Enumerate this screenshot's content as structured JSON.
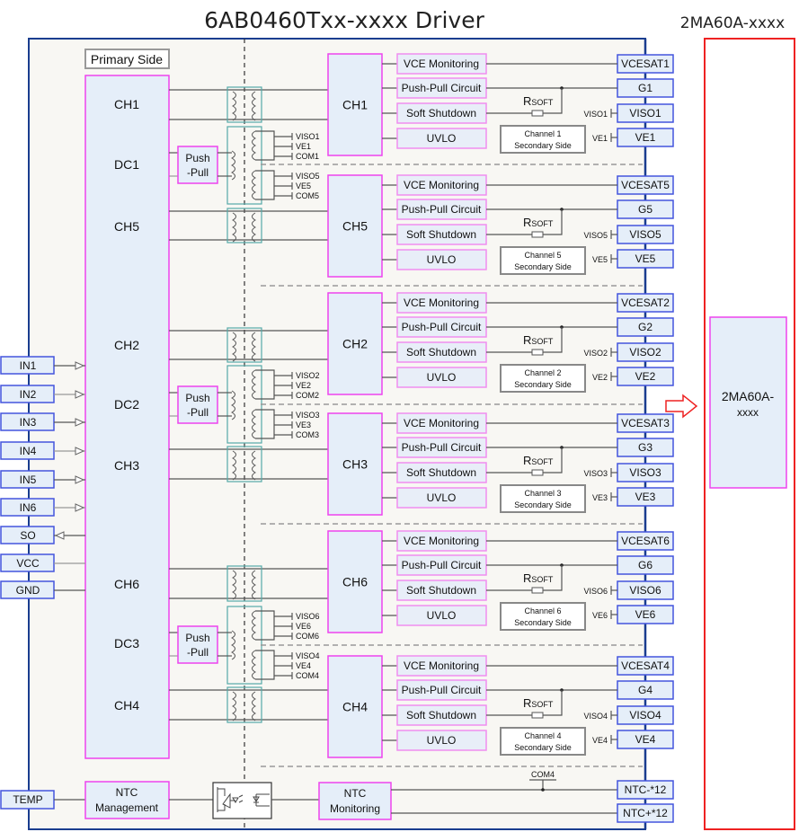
{
  "title": "6AB0460Txx-xxxx Driver",
  "side_title": "2MA60A-xxxx",
  "primary_side_label": "Primary Side",
  "primary_blocks": [
    {
      "label": "CH1"
    },
    {
      "label": "DC1"
    },
    {
      "label": "CH5"
    },
    {
      "label": "CH2"
    },
    {
      "label": "DC2"
    },
    {
      "label": "CH3"
    },
    {
      "label": "CH6"
    },
    {
      "label": "DC3"
    },
    {
      "label": "CH4"
    }
  ],
  "push_pull_label_1": "Push",
  "push_pull_label_2": "-Pull",
  "input_pins": [
    {
      "label": "IN1",
      "direction": "in"
    },
    {
      "label": "IN2",
      "direction": "in"
    },
    {
      "label": "IN3",
      "direction": "in"
    },
    {
      "label": "IN4",
      "direction": "in"
    },
    {
      "label": "IN5",
      "direction": "in"
    },
    {
      "label": "IN6",
      "direction": "in"
    },
    {
      "label": "SO",
      "direction": "out"
    },
    {
      "label": "VCC",
      "direction": "none"
    },
    {
      "label": "GND",
      "direction": "none"
    }
  ],
  "iso_taps": [
    [
      "VISO1",
      "VE1",
      "COM1"
    ],
    [
      "VISO5",
      "VE5",
      "COM5"
    ],
    [
      "VISO2",
      "VE2",
      "COM2"
    ],
    [
      "VISO3",
      "VE3",
      "COM3"
    ],
    [
      "VISO6",
      "VE6",
      "COM6"
    ],
    [
      "VISO4",
      "VE4",
      "COM4"
    ]
  ],
  "function_blocks": [
    "VCE Monitoring",
    "Push-Pull Circuit",
    "Soft Shutdown",
    "UVLO"
  ],
  "rsoft_label_r": "R",
  "rsoft_label_sub": "SOFT",
  "channels": [
    {
      "name": "CH1",
      "note_1": "Channel 1",
      "note_2": "Secondary  Side",
      "pins": [
        "VCESAT1",
        "G1",
        "VISO1",
        "VE1"
      ],
      "tap_viso": "VISO1",
      "tap_ve": "VE1"
    },
    {
      "name": "CH5",
      "note_1": "Channel 5",
      "note_2": "Secondary  Side",
      "pins": [
        "VCESAT5",
        "G5",
        "VISO5",
        "VE5"
      ],
      "tap_viso": "VISO5",
      "tap_ve": "VE5"
    },
    {
      "name": "CH2",
      "note_1": "Channel 2",
      "note_2": "Secondary  Side",
      "pins": [
        "VCESAT2",
        "G2",
        "VISO2",
        "VE2"
      ],
      "tap_viso": "VISO2",
      "tap_ve": "VE2"
    },
    {
      "name": "CH3",
      "note_1": "Channel 3",
      "note_2": "Secondary  Side",
      "pins": [
        "VCESAT3",
        "G3",
        "VISO3",
        "VE3"
      ],
      "tap_viso": "VISO3",
      "tap_ve": "VE3"
    },
    {
      "name": "CH6",
      "note_1": "Channel 6",
      "note_2": "Secondary  Side",
      "pins": [
        "VCESAT6",
        "G6",
        "VISO6",
        "VE6"
      ],
      "tap_viso": "VISO6",
      "tap_ve": "VE6"
    },
    {
      "name": "CH4",
      "note_1": "Channel 4",
      "note_2": "Secondary  Side",
      "pins": [
        "VCESAT4",
        "G4",
        "VISO4",
        "VE4"
      ],
      "tap_viso": "VISO4",
      "tap_ve": "VE4"
    }
  ],
  "temp_pin": "TEMP",
  "ntc_management_1": "NTC",
  "ntc_management_2": "Management",
  "ntc_monitoring_1": "NTC",
  "ntc_monitoring_2": "Monitoring",
  "com4_label": "COM4",
  "ntc_pins": [
    "NTC-*12",
    "NTC+*12"
  ],
  "module_label_1": "2MA60A-",
  "module_label_2": "xxxx",
  "colors": {
    "block_border": "#ee44ee",
    "block_fill": "#e5eef9",
    "pin_border": "#4455dd",
    "driver_border": "#1a3d8f",
    "module_border": "#ee2222",
    "transformer": "#55aaa8"
  }
}
